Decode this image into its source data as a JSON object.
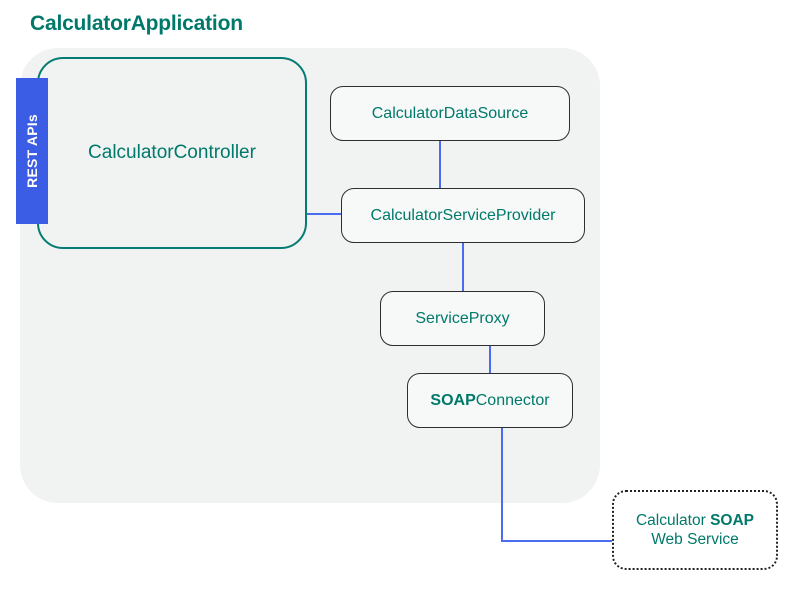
{
  "diagram": {
    "title": "CalculatorApplication",
    "background_color": "#ffffff",
    "container_color": "#f1f2f2",
    "accent_teal": "#00796b",
    "accent_blue": "#3b5ce4",
    "node_border_color": "#2e2e2e",
    "node_fill_color": "#f7f8f8"
  },
  "rest_tab": {
    "label": "REST APIs",
    "color": "#3b5ce4",
    "text_color": "#ffffff"
  },
  "nodes": {
    "controller": {
      "label": "CalculatorController",
      "border_color": "#047c72",
      "style": "rounded-thick"
    },
    "datasource": {
      "label": "CalculatorDataSource",
      "style": "rounded"
    },
    "serviceprovider": {
      "label": "CalculatorServiceProvider",
      "style": "rounded"
    },
    "serviceproxy": {
      "label": "ServiceProxy",
      "style": "rounded"
    },
    "soapconnector": {
      "label_bold": "SOAP",
      "label_rest": "Connector",
      "style": "rounded"
    },
    "webservice": {
      "line1_prefix": "Calculator ",
      "line1_bold": "SOAP",
      "line2": "Web Service",
      "style": "dotted"
    }
  },
  "connectors": [
    {
      "name": "controller-to-serviceprovider",
      "from": "controller",
      "to": "serviceprovider",
      "color": "#4a6cf0"
    },
    {
      "name": "datasource-to-serviceprovider",
      "from": "datasource",
      "to": "serviceprovider",
      "color": "#4a6cf0"
    },
    {
      "name": "serviceprovider-to-serviceproxy",
      "from": "serviceprovider",
      "to": "serviceproxy",
      "color": "#4a6cf0"
    },
    {
      "name": "serviceproxy-to-soapconnector",
      "from": "serviceproxy",
      "to": "soapconnector",
      "color": "#4a6cf0"
    },
    {
      "name": "soapconnector-to-webservice",
      "from": "soapconnector",
      "to": "webservice",
      "color": "#4a6cf0"
    }
  ]
}
